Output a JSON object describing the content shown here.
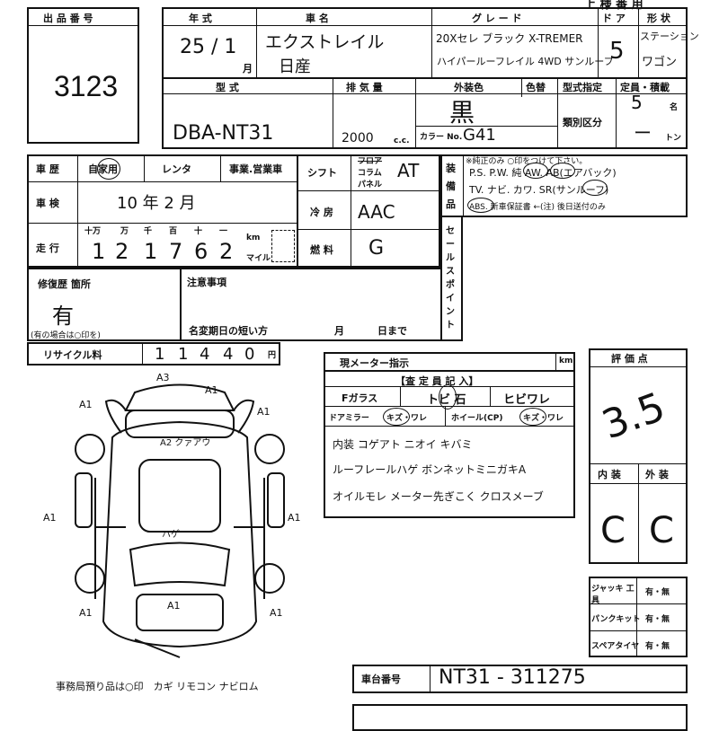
{
  "header_fragment": "上 様 番 用",
  "lot": {
    "label": "出 品 番 号",
    "value": "3123"
  },
  "year": {
    "label": "年 式",
    "value": "25 / 1",
    "month_unit": "月"
  },
  "model": {
    "label": "車 名",
    "value": "エクストレイル",
    "maker": "日産"
  },
  "grade": {
    "label": "グ レ ー ド",
    "value_line1": "20Xセレ ブラック X-TREMER",
    "value_line2": "ハイパールーフレイル 4WD サンルーフ"
  },
  "doors": {
    "label": "ド ア",
    "value": "5"
  },
  "body_type": {
    "label": "形 状",
    "value_line1": "ステーション",
    "value_line2": "ワゴン"
  },
  "type_code": {
    "label": "型 式",
    "value": "DBA-NT31"
  },
  "displacement": {
    "label": "排 気 量",
    "value": "2000",
    "unit": "c.c."
  },
  "color": {
    "label": "外装色",
    "label2": "色替",
    "value": "黒",
    "code_label": "カラー No.",
    "code_value": "G41"
  },
  "designation": {
    "label": "型式指定",
    "class_label": "類別区分"
  },
  "capacity": {
    "label": "定員・積載",
    "persons": "5",
    "persons_unit": "名",
    "load": "ー",
    "load_unit": "トン"
  },
  "history": {
    "label": "車 歴",
    "options": [
      "自家用",
      "レンタ",
      "事業.営業車"
    ],
    "selected": "自家用"
  },
  "inspection": {
    "label": "車 検",
    "value": "10 年 2 月"
  },
  "mileage": {
    "label": "走 行",
    "digit_labels": [
      "十万",
      "万",
      "千",
      "百",
      "十",
      "一"
    ],
    "digits": [
      "1",
      "2",
      "1",
      "7",
      "6",
      "2"
    ],
    "unit_km": "km",
    "unit_mile": "マイル"
  },
  "shift": {
    "label": "シフト",
    "options": [
      "フロア",
      "コラム",
      "パネル"
    ],
    "value": "AT"
  },
  "ac": {
    "label": "冷 房",
    "value": "AAC"
  },
  "fuel": {
    "label": "燃 料",
    "value": "G"
  },
  "equipment": {
    "label": "装 備 品",
    "note": "※純正のみ ○印をつけて下さい。",
    "row1": "P.S. P.W. 純 AW. AB(エアバック)",
    "row2": "TV. ナビ. カワ. SR(サンルーフ)",
    "row3": "ABS. 新車保証書 ←(注) 後日送付のみ"
  },
  "sales_point_label": "セールスポイント",
  "repair": {
    "label": "修復歴 箇所",
    "value": "有",
    "note": "(有の場合は○印を)"
  },
  "notes": {
    "label": "注意事項",
    "name_change_label": "名変期日の短い方",
    "month": "月",
    "day": "日まで"
  },
  "recycle": {
    "label": "リサイクル料",
    "digits": [
      "1",
      "1",
      "4",
      "4",
      "0"
    ],
    "unit": "円"
  },
  "meter": {
    "label": "現メーター指示",
    "unit": "km"
  },
  "inspector": {
    "header": "【査 定 員 記 入】",
    "glass_label": "Fガラス",
    "glass_opts": "トビ 石",
    "glass_opts2": "ヒビワレ",
    "mirror_label": "ドアミラー",
    "mirror_opts": "キズ・ワレ",
    "wheel_label": "ホイール(CP)",
    "wheel_opts": "キズ・ワレ",
    "line1": "内装 コゲアト ニオイ キバミ",
    "line2": "ルーフレールハゲ ボンネットミニガキA",
    "line3": "オイルモレ メーター先ぎこく クロスメーブ"
  },
  "grade_eval": {
    "label": "評 価 点",
    "value": "3.5",
    "interior_label": "内 装",
    "exterior_label": "外 装",
    "interior": "C",
    "exterior": "C"
  },
  "tools": [
    {
      "label": "ジャッキ 工 具",
      "value": "有・無"
    },
    {
      "label": "パンクキット",
      "value": "有・無"
    },
    {
      "label": "スペアタイヤ",
      "value": "有・無"
    }
  ],
  "diagram": {
    "marks": [
      "A3",
      "A1",
      "A1",
      "A1",
      "A2 クァアウ",
      "A1",
      "A1",
      "ハゲ",
      "A1",
      "A1",
      "A1"
    ],
    "footer": "事務局預り品は○印　カギ リモコン ナビロム"
  },
  "chassis": {
    "label": "車台番号",
    "value": "NT31 - 311275"
  }
}
